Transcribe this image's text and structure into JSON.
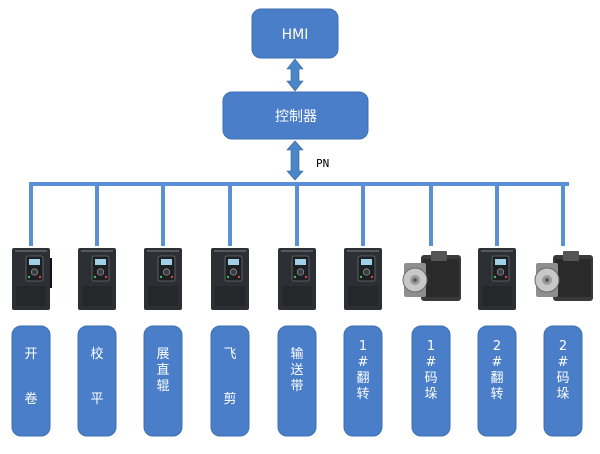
{
  "top": {
    "label": "HMI"
  },
  "controller": {
    "label": "控制器"
  },
  "bus": {
    "label": "PN"
  },
  "colors": {
    "box_fill": "#4a7ec8",
    "box_border": "#3f6fb3",
    "bus_line": "#5b8fd6",
    "arrow": "#4a86c8",
    "drive_body": "#2c2f33",
    "servo_body": "#3a3a3a"
  },
  "devices": [
    {
      "kind": "inverter",
      "chars": [
        "开",
        "卷"
      ],
      "spread": true
    },
    {
      "kind": "inverter",
      "chars": [
        "校",
        "平"
      ],
      "spread": true
    },
    {
      "kind": "inverter",
      "chars": [
        "展",
        "直",
        "辊"
      ],
      "spread": false
    },
    {
      "kind": "inverter",
      "chars": [
        "飞",
        "剪"
      ],
      "spread": true
    },
    {
      "kind": "inverter",
      "chars": [
        "输",
        "送",
        "带"
      ],
      "spread": false
    },
    {
      "kind": "inverter",
      "chars": [
        "1",
        "#",
        "翻",
        "转"
      ],
      "spread": false
    },
    {
      "kind": "servo",
      "chars": [
        "1",
        "#",
        "码",
        "垛"
      ],
      "spread": false
    },
    {
      "kind": "inverter",
      "chars": [
        "2",
        "#",
        "翻",
        "转"
      ],
      "spread": false
    },
    {
      "kind": "servo",
      "chars": [
        "2",
        "#",
        "码",
        "垛"
      ],
      "spread": false
    }
  ]
}
